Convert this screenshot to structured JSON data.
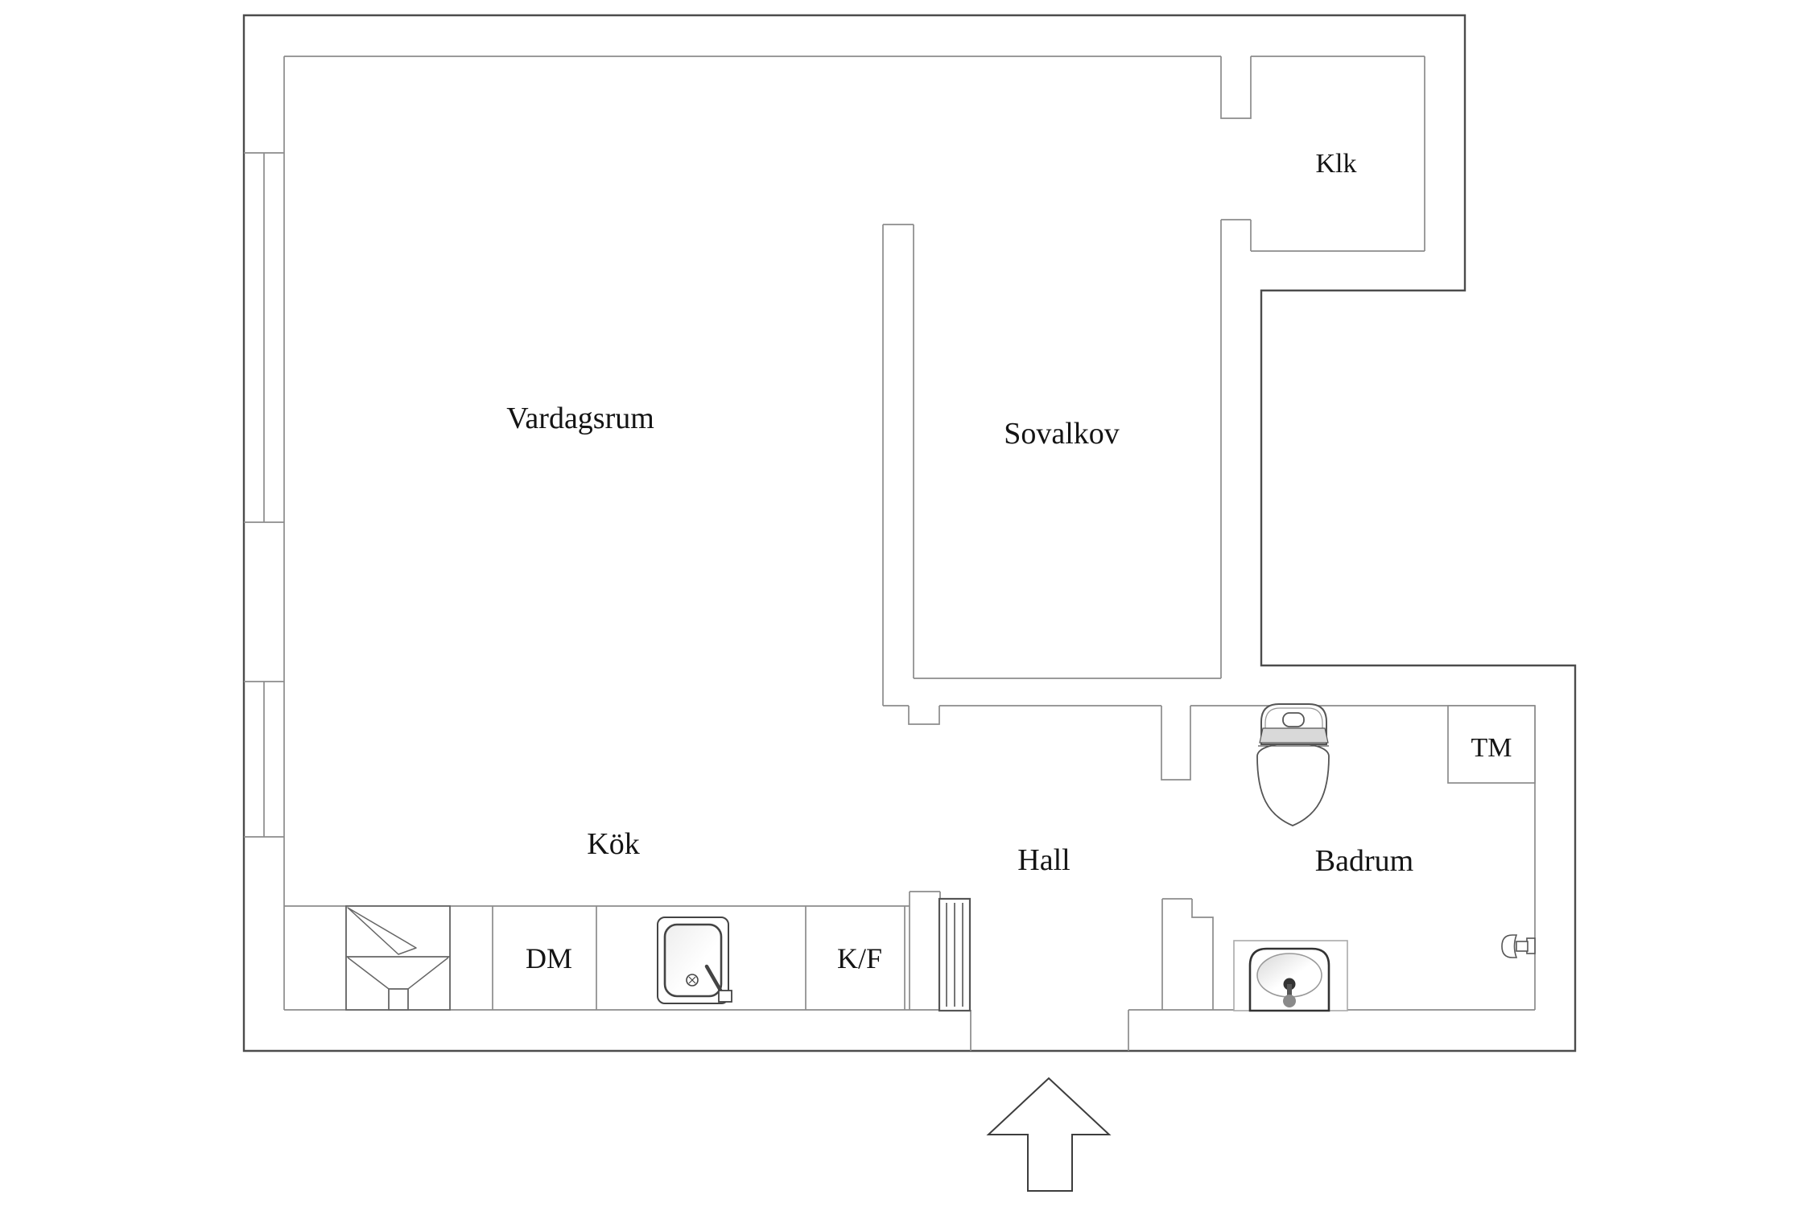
{
  "rooms": {
    "vardagsrum": {
      "label": "Vardagsrum"
    },
    "sovalkov": {
      "label": "Sovalkov"
    },
    "klk": {
      "label": "Klk"
    },
    "kok": {
      "label": "Kök"
    },
    "hall": {
      "label": "Hall"
    },
    "badrum": {
      "label": "Badrum"
    }
  },
  "appliances": {
    "tm": {
      "label": "TM"
    },
    "dm": {
      "label": "DM"
    },
    "kf": {
      "label": "K/F"
    }
  },
  "fixtures": [
    "toilet-icon",
    "bathroom-sink-icon",
    "kitchen-sink-icon",
    "stove-fan-icon",
    "radiator-icon",
    "wall-tap-icon",
    "entrance-arrow-icon",
    "window-icon"
  ],
  "colors": {
    "background": "#ffffff",
    "wall_outer": "#4c4c4c",
    "wall_inner": "#8c8c8c",
    "fixture_dark": "#444444",
    "fixture_light": "#999999",
    "shade": "#d9d9d9",
    "text": "#141414"
  }
}
